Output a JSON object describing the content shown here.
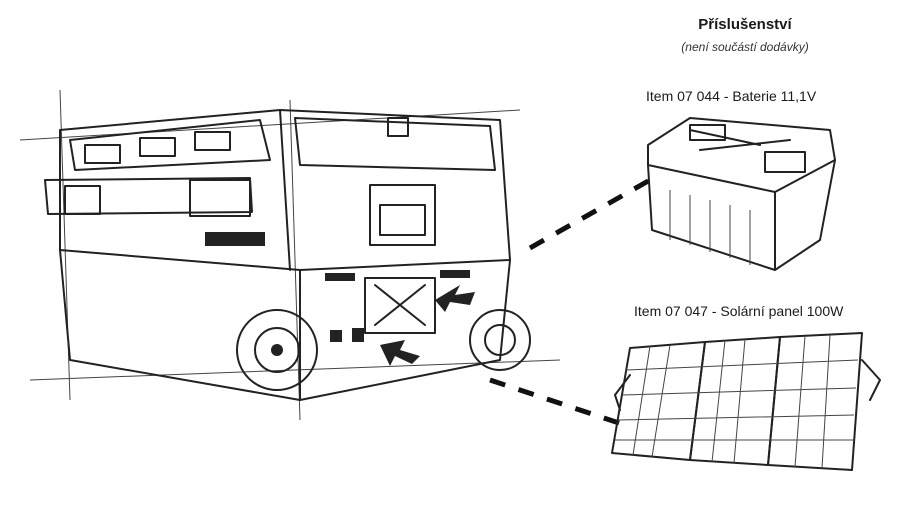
{
  "accessories": {
    "title": "Příslušenství",
    "subtitle": "(není součástí dodávky)",
    "items": [
      {
        "label": "Item 07 044 - Baterie 11,1V",
        "icon": "battery-pack-illustration"
      },
      {
        "label": "Item 07 047 - Solární panel 100W",
        "icon": "solar-panel-illustration"
      }
    ]
  },
  "main_product": {
    "icon": "portable-fridge-illustration"
  }
}
